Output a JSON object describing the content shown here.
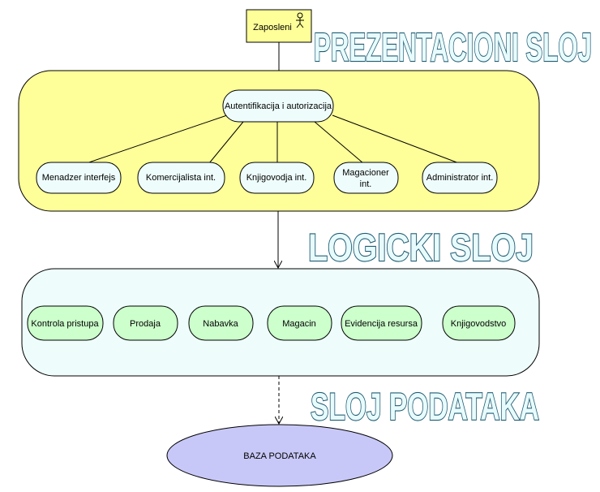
{
  "actor": {
    "label": "Zaposleni",
    "icon": "stick-figure-icon"
  },
  "layers": {
    "presentation_title": "PREZENTACIONI SLOJ",
    "logic_title": "LOGICKI SLOJ",
    "data_title": "SLOJ PODATAKA"
  },
  "presentation": {
    "auth": "Autentifikacija i autorizacija",
    "interfaces": [
      {
        "label": "Menadzer interfejs"
      },
      {
        "label": "Komercijalista int."
      },
      {
        "label": "Knjigovodja int."
      },
      {
        "label_line1": "Magacioner",
        "label_line2": "int."
      },
      {
        "label": "Administrator int."
      }
    ]
  },
  "logic": {
    "modules": [
      {
        "label": "Kontrola pristupa"
      },
      {
        "label": "Prodaja"
      },
      {
        "label": "Nabavka"
      },
      {
        "label": "Magacin"
      },
      {
        "label": "Evidencija resursa"
      },
      {
        "label": "Knjigovodstvo"
      }
    ]
  },
  "database": {
    "label": "BAZA PODATAKA"
  },
  "colors": {
    "presentation_fill": "#ffff99",
    "logic_fill": "#eefdfb",
    "pill_fill": "#eefdfb",
    "module_fill": "#ccffcc",
    "actor_fill": "#ffff99",
    "db_fill": "#c8c8f8",
    "title_fill": "#e8fbfc",
    "title_stroke": "#1f5c73"
  }
}
